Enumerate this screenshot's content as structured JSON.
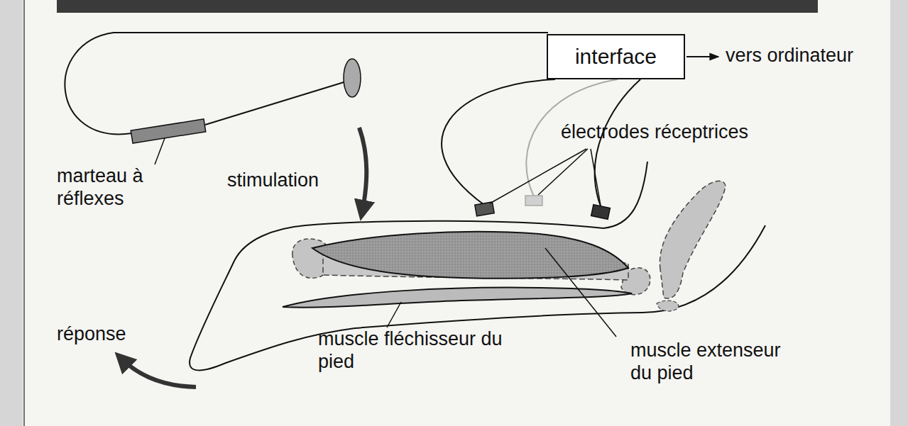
{
  "diagram": {
    "nodes": [
      {
        "text": [
          "interface"
        ]
      }
    ],
    "labels": [
      "vers ordinateur",
      "marteau à réflexes",
      "électrodes réceptrices",
      "stimulation",
      "réponse",
      "muscle fléchisseur du pied",
      "muscle extenseur du pied"
    ]
  }
}
